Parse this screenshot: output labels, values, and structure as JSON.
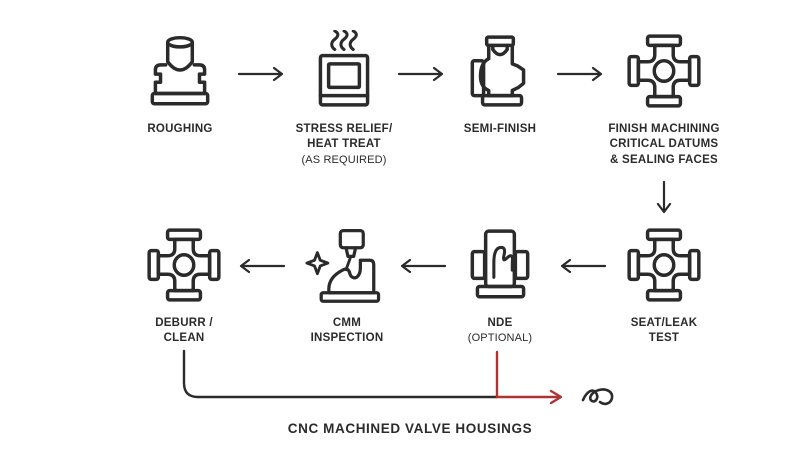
{
  "diagram": {
    "title": "CNC MACHINED VALVE HOUSINGS",
    "colors": {
      "stroke": "#2b2b2b",
      "accent_red": "#ae3434",
      "background": "#ffffff"
    },
    "stages": [
      {
        "id": "roughing",
        "icon": "rough-casting-icon",
        "label_lines": [
          "ROUGHING"
        ]
      },
      {
        "id": "stress-relief",
        "icon": "oven-heat-icon",
        "label_lines": [
          "STRESS RELIEF/",
          "HEAT TREAT"
        ],
        "note": "(AS REQUIRED)"
      },
      {
        "id": "semi-finish",
        "icon": "semi-finished-valve-icon",
        "label_lines": [
          "SEMI-FINISH"
        ]
      },
      {
        "id": "finish-machining",
        "icon": "cross-valve-icon",
        "label_lines": [
          "FINISH MACHINING",
          "CRITICAL DATUMS",
          "& SEALING FACES"
        ]
      },
      {
        "id": "seat-leak-test",
        "icon": "cross-valve-icon",
        "label_lines": [
          "SEAT/LEAK",
          "TEST"
        ]
      },
      {
        "id": "nde",
        "icon": "nde-valve-icon",
        "label_lines": [
          "NDE"
        ],
        "note": "(OPTIONAL)"
      },
      {
        "id": "cmm-inspection",
        "icon": "cmm-probe-icon",
        "label_lines": [
          "CMM",
          "INSPECTION"
        ]
      },
      {
        "id": "deburr-clean",
        "icon": "cross-valve-icon",
        "label_lines": [
          "DEBURR /",
          "CLEAN"
        ]
      }
    ]
  }
}
